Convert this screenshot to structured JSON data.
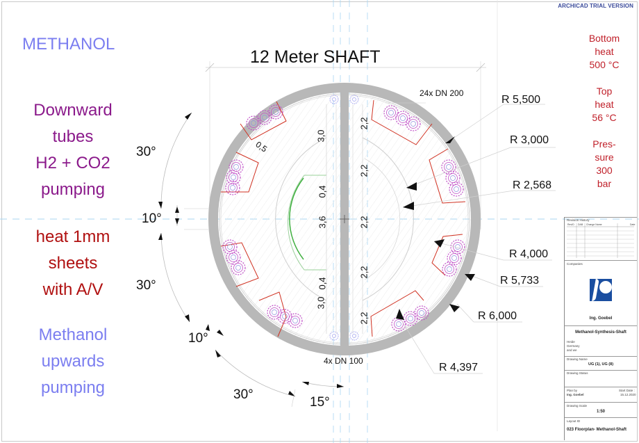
{
  "header": {
    "watermark": "ARCHICAD TRIAL VERSION",
    "title": "12 Meter SHAFT"
  },
  "left_notes": {
    "methanol": "METHANOL",
    "downward": [
      "Downward",
      "tubes",
      "H2 + CO2",
      "pumping"
    ],
    "heat": [
      "heat 1mm",
      "sheets",
      "with A/V"
    ],
    "upward": [
      "Methanol",
      "upwards",
      "pumping"
    ]
  },
  "right_notes": {
    "bottom_heat": [
      "Bottom",
      "heat",
      "500 °C"
    ],
    "top_heat": [
      "Top",
      "heat",
      "56 °C"
    ],
    "pressure": [
      "Pres-",
      "sure",
      "300",
      "bar"
    ]
  },
  "angles": {
    "a1": "30°",
    "a2": "10°",
    "a3": "30°",
    "a4": "10°",
    "a5": "30°",
    "a6": "15°"
  },
  "pipe_labels": {
    "top": "24x DN 200",
    "bottom": "4x DN 100"
  },
  "dimensions_left": [
    "0,5",
    "3,0",
    "0,4",
    "3,6",
    "0,4",
    "3,0"
  ],
  "dimensions_right": [
    "2,2",
    "2,2",
    "2,2",
    "2,2",
    "2,2"
  ],
  "radii": [
    "R 5,500",
    "R 3,000",
    "R 2,568",
    "R 4,000",
    "R 5,733",
    "R 6,000",
    "R 4,397"
  ],
  "colors": {
    "methanol_blue": "#7b7ef0",
    "purple": "#8b1a8b",
    "dark_red": "#b01010",
    "red_note": "#c0202a",
    "wall_gray": "#b8b8b8",
    "tube_magenta": "#c050c8",
    "red_line": "#d03020",
    "green_arc": "#40b040",
    "axis_blue": "#9cd0f0"
  },
  "title_block": {
    "revision_history": "Revision History",
    "columns": [
      "RevID",
      "DAB",
      "Change Name",
      "Date"
    ],
    "companies": "Companies",
    "company_name": "Ing. Goebel",
    "project_name": "Methanol-Synthesis-Shaft",
    "address": [
      "Heide",
      "Germany",
      "and we"
    ],
    "drawing_name_label": "Drawing Name",
    "drawing_name": "UG (1), UG (8)",
    "drawing_status_label": "Drawing Status",
    "plan_by_label": "Plan by",
    "plan_by": "Ing. Goebel",
    "start_date_label": "Start Date :",
    "start_date": "15.12.2020",
    "scale_label": "Drawing Scale",
    "scale": "1:50",
    "layout_id_label": "Layout ID",
    "layout_id": "023 Floorplan- Methanol-Shaft"
  }
}
